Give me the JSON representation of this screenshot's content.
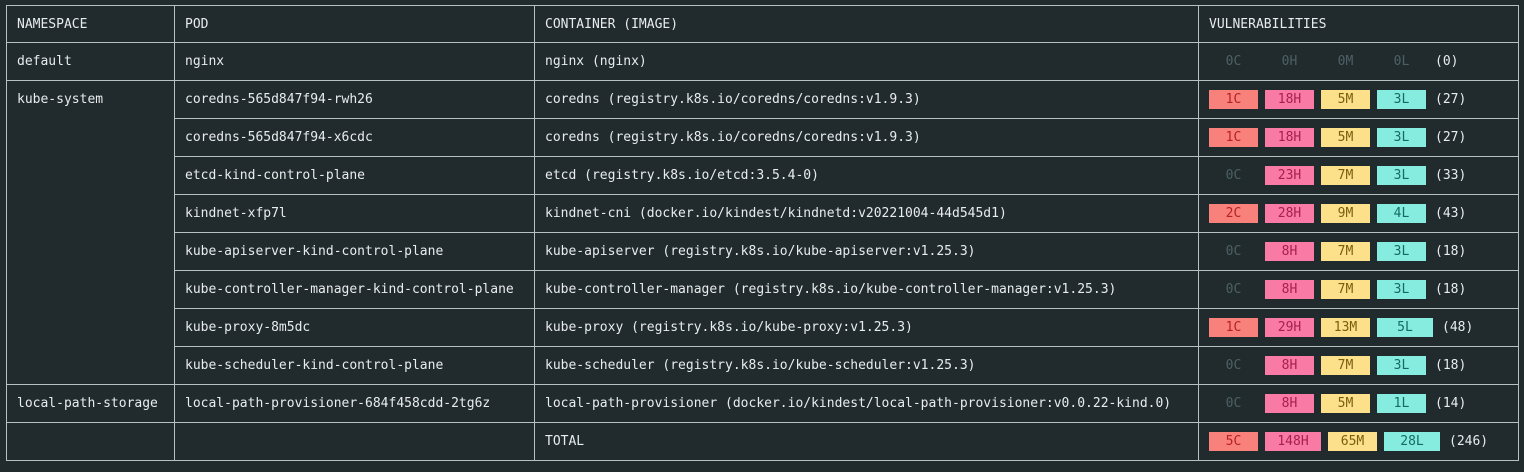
{
  "headers": {
    "namespace": "NAMESPACE",
    "pod": "POD",
    "container": "CONTAINER (IMAGE)",
    "vulnerabilities": "VULNERABILITIES"
  },
  "rows": [
    {
      "namespace": "default",
      "pod": "nginx",
      "container": "nginx (nginx)",
      "c": "0C",
      "h": "0H",
      "m": "0M",
      "l": "0L",
      "total": "(0)"
    },
    {
      "namespace": "kube-system",
      "pod": "coredns-565d847f94-rwh26",
      "container": "coredns (registry.k8s.io/coredns/coredns:v1.9.3)",
      "c": "1C",
      "h": "18H",
      "m": "5M",
      "l": "3L",
      "total": "(27)"
    },
    {
      "namespace": "",
      "pod": "coredns-565d847f94-x6cdc",
      "container": "coredns (registry.k8s.io/coredns/coredns:v1.9.3)",
      "c": "1C",
      "h": "18H",
      "m": "5M",
      "l": "3L",
      "total": "(27)"
    },
    {
      "namespace": "",
      "pod": "etcd-kind-control-plane",
      "container": "etcd (registry.k8s.io/etcd:3.5.4-0)",
      "c": "0C",
      "h": "23H",
      "m": "7M",
      "l": "3L",
      "total": "(33)"
    },
    {
      "namespace": "",
      "pod": "kindnet-xfp7l",
      "container": "kindnet-cni (docker.io/kindest/kindnetd:v20221004-44d545d1)",
      "c": "2C",
      "h": "28H",
      "m": "9M",
      "l": "4L",
      "total": "(43)"
    },
    {
      "namespace": "",
      "pod": "kube-apiserver-kind-control-plane",
      "container": "kube-apiserver (registry.k8s.io/kube-apiserver:v1.25.3)",
      "c": "0C",
      "h": "8H",
      "m": "7M",
      "l": "3L",
      "total": "(18)"
    },
    {
      "namespace": "",
      "pod": "kube-controller-manager-kind-control-plane",
      "container": "kube-controller-manager (registry.k8s.io/kube-controller-manager:v1.25.3)",
      "c": "0C",
      "h": "8H",
      "m": "7M",
      "l": "3L",
      "total": "(18)"
    },
    {
      "namespace": "",
      "pod": "kube-proxy-8m5dc",
      "container": "kube-proxy (registry.k8s.io/kube-proxy:v1.25.3)",
      "c": "1C",
      "h": "29H",
      "m": "13M",
      "l": "5L",
      "total": "(48)"
    },
    {
      "namespace": "",
      "pod": "kube-scheduler-kind-control-plane",
      "container": "kube-scheduler (registry.k8s.io/kube-scheduler:v1.25.3)",
      "c": "0C",
      "h": "8H",
      "m": "7M",
      "l": "3L",
      "total": "(18)"
    },
    {
      "namespace": "local-path-storage",
      "pod": "local-path-provisioner-684f458cdd-2tg6z",
      "container": "local-path-provisioner (docker.io/kindest/local-path-provisioner:v0.0.22-kind.0)",
      "c": "0C",
      "h": "8H",
      "m": "5M",
      "l": "1L",
      "total": "(14)"
    }
  ],
  "total_row": {
    "label": "TOTAL",
    "c": "5C",
    "h": "148H",
    "m": "65M",
    "l": "28L",
    "total": "(246)"
  },
  "colors": {
    "background": "#212b2e",
    "critical": "#f8817c",
    "high": "#f87aa5",
    "medium": "#fde08a",
    "low": "#85ecdf"
  }
}
